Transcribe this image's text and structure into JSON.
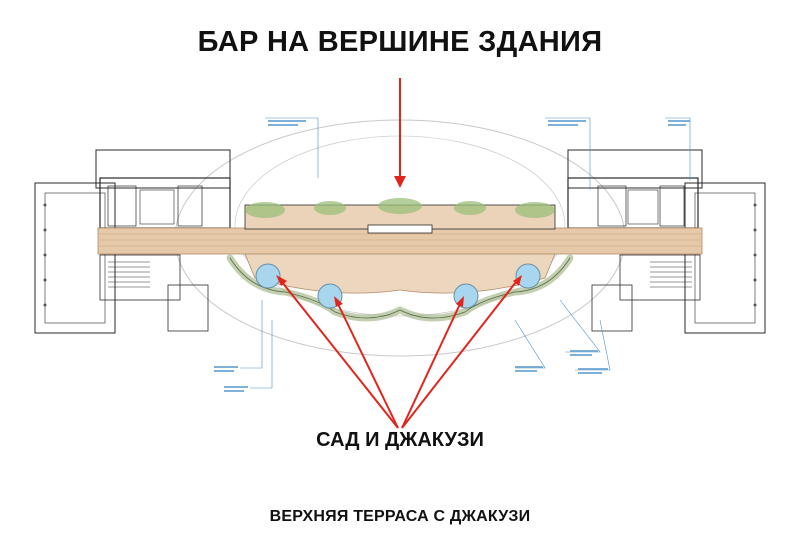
{
  "heading": {
    "main_title": "БАР НА ВЕРШИНЕ ЗДАНИЯ",
    "garden_label": "САД И ДЖАКУЗИ",
    "bottom_caption": "ВЕРХНЯЯ ТЕРРАСА С ДЖАКУЗИ"
  },
  "colors": {
    "arrow": "#e0261c",
    "deck": "#e6c9a8",
    "pool": "#a8d6ee",
    "greenery": "#9bbf7a",
    "annotation": "#4a90c8",
    "line": "#2a2a2a"
  },
  "diagram": {
    "jacuzzi_count": 4,
    "arrows": [
      "top-arrow",
      "jacuzzi-arrow-1",
      "jacuzzi-arrow-2",
      "jacuzzi-arrow-3",
      "jacuzzi-arrow-4"
    ]
  }
}
